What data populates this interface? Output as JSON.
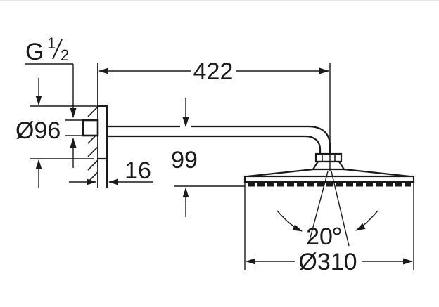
{
  "meta": {
    "background_color": "#ffffff",
    "line_color": "#1a1a1a"
  },
  "drawing": {
    "dimensions": {
      "thread": {
        "prefix": "G",
        "numerator": "1",
        "denominator": "2"
      },
      "plate_diameter": "Ø96",
      "plate_depth": "16",
      "arm_length": "422",
      "drop_height": "99",
      "spray_angle_value": "20",
      "spray_angle_unit": "°",
      "head_diameter": "Ø310"
    }
  }
}
